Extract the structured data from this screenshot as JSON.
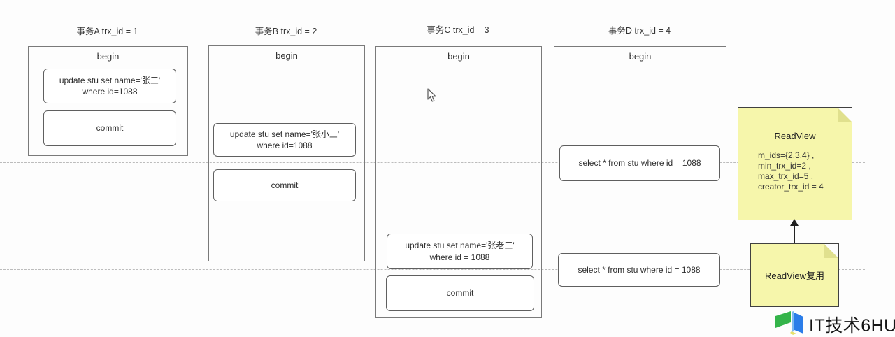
{
  "transactions": [
    {
      "title": "事务A trx_id = 1",
      "begin_label": "begin",
      "update_sql": "update stu set name='张三'\nwhere id=1088",
      "commit_label": "commit"
    },
    {
      "title": "事务B trx_id = 2",
      "begin_label": "begin",
      "update_sql": "update stu set name='张小三'\nwhere id=1088",
      "commit_label": "commit"
    },
    {
      "title": "事务C trx_id = 3",
      "begin_label": "begin",
      "update_sql": "update stu set name='张老三'\nwhere id = 1088",
      "commit_label": "commit"
    },
    {
      "title": "事务D trx_id = 4",
      "begin_label": "begin",
      "select_sql_1": "select * from stu where id = 1088",
      "select_sql_2": "select * from stu where id = 1088"
    }
  ],
  "notes": {
    "readview": {
      "title": "ReadView",
      "lines": [
        "m_ids={2,3,4} ,",
        "min_trx_id=2  ,",
        "max_trx_id=5  ,",
        "creator_trx_id = 4"
      ]
    },
    "readview_reuse": {
      "label": "ReadView复用"
    }
  },
  "watermark": {
    "text": "IT技术6HU"
  },
  "colors": {
    "note_fill": "#f6f6ab",
    "note_border": "#404040",
    "timeline_line": "#bcbcbc",
    "box_border": "#7a7a7a",
    "watermark_green": "#34b44a",
    "watermark_blue": "#2b7de9"
  }
}
